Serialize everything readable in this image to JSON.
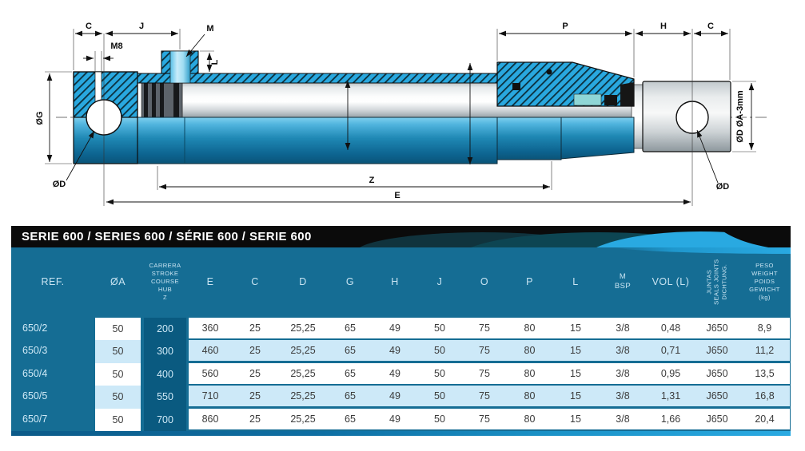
{
  "drawing": {
    "labels": {
      "c_left": "C",
      "j": "J",
      "m8": "M8",
      "m": "M",
      "l": "L",
      "p": "P",
      "h": "H",
      "c_right": "C",
      "og": "ØG",
      "od_left": "ØD",
      "od_right": "ØD",
      "od_oa": "ØD  ØA-3mm",
      "z": "Z",
      "e": "E"
    }
  },
  "table": {
    "title": "SERIE 600 / SERIES 600 / SÉRIE 600 / SERIE 600",
    "columns": [
      {
        "key": "ref",
        "label": "REF."
      },
      {
        "key": "oa",
        "label": "ØA"
      },
      {
        "key": "stroke",
        "lines": [
          "CARRERA",
          "STROKE",
          "COURSE",
          "HUB",
          "Z"
        ]
      },
      {
        "key": "e",
        "label": "E"
      },
      {
        "key": "c",
        "label": "C"
      },
      {
        "key": "d",
        "label": "D"
      },
      {
        "key": "g",
        "label": "G"
      },
      {
        "key": "h",
        "label": "H"
      },
      {
        "key": "j",
        "label": "J"
      },
      {
        "key": "o",
        "label": "O"
      },
      {
        "key": "p",
        "label": "P"
      },
      {
        "key": "l",
        "label": "L"
      },
      {
        "key": "m",
        "lines": [
          "M",
          "BSP"
        ]
      },
      {
        "key": "vol",
        "label": "VOL (L)"
      },
      {
        "key": "juntas",
        "lines": [
          "JUNTAS",
          "SEALS JOINTS",
          "DICHTUNG."
        ]
      },
      {
        "key": "peso",
        "lines": [
          "PESO",
          "WEIGHT",
          "POIDS",
          "GEWICHT",
          "(kg)"
        ]
      }
    ],
    "rows": [
      [
        "650/2",
        "50",
        "200",
        "360",
        "25",
        "25,25",
        "65",
        "49",
        "50",
        "75",
        "80",
        "15",
        "3/8",
        "0,48",
        "J650",
        "8,9"
      ],
      [
        "650/3",
        "50",
        "300",
        "460",
        "25",
        "25,25",
        "65",
        "49",
        "50",
        "75",
        "80",
        "15",
        "3/8",
        "0,71",
        "J650",
        "11,2"
      ],
      [
        "650/4",
        "50",
        "400",
        "560",
        "25",
        "25,25",
        "65",
        "49",
        "50",
        "75",
        "80",
        "15",
        "3/8",
        "0,95",
        "J650",
        "13,5"
      ],
      [
        "650/5",
        "50",
        "550",
        "710",
        "25",
        "25,25",
        "65",
        "49",
        "50",
        "75",
        "80",
        "15",
        "3/8",
        "1,31",
        "J650",
        "16,8"
      ],
      [
        "650/7",
        "50",
        "700",
        "860",
        "25",
        "25,25",
        "65",
        "49",
        "50",
        "75",
        "80",
        "15",
        "3/8",
        "1,66",
        "J650",
        "20,4"
      ]
    ]
  },
  "colors": {
    "table_teal": "#156d94",
    "table_teal_dark": "#0a5a80",
    "row_alt_blue": "#cde9f8",
    "accent_blue": "#29a9e1",
    "band_black": "#0b0b0b",
    "hatch_blue": "#29a8df",
    "seal_cyan": "#8fd6d6"
  }
}
